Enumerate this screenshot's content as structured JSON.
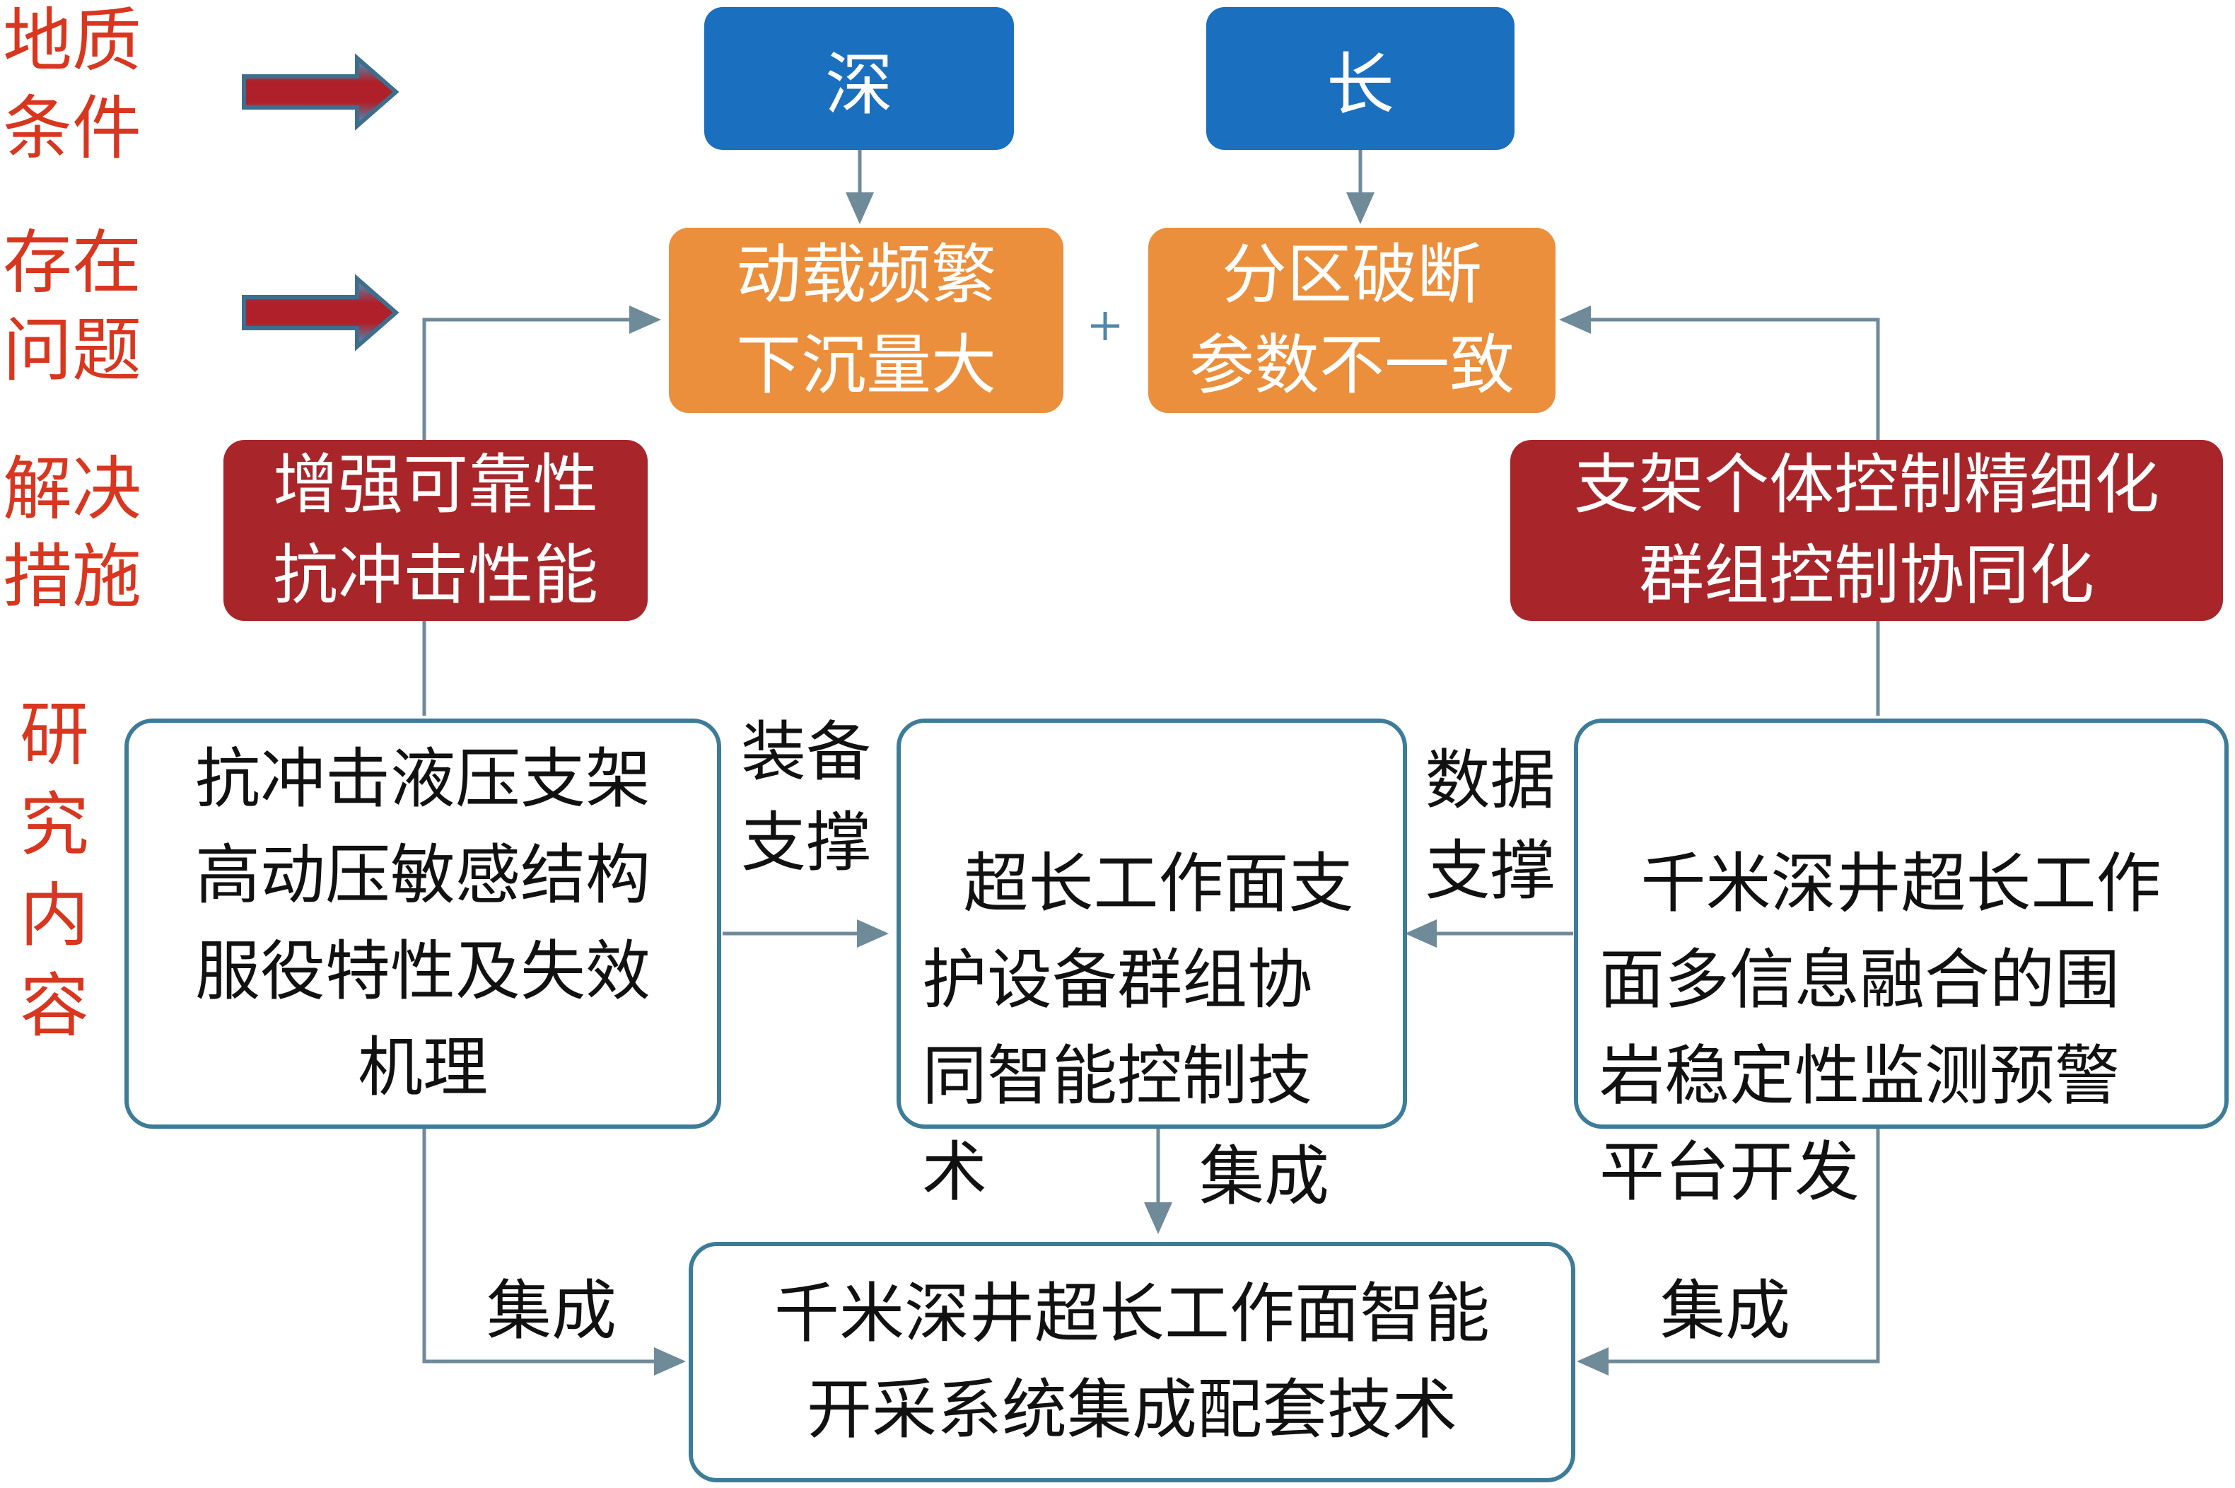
{
  "rows": {
    "geology": "地质\n条件",
    "problems": "存在\n问题",
    "solutions": "解决\n措施",
    "research": "研\n究\n内\n容"
  },
  "conditions": {
    "deep": "深",
    "long": "长"
  },
  "problems": {
    "left": "动载频繁\n下沉量大",
    "plus": "+",
    "right": "分区破断\n参数不一致"
  },
  "solutions": {
    "left": "增强可靠性\n抗冲击性能",
    "right": "支架个体控制精细化\n群组控制协同化"
  },
  "research": {
    "left": "抗冲击液压支架\n高动压敏感结构\n服役特性及失效\n机理",
    "center": "超长工作面支\n护设备群组协\n同智能控制技\n术",
    "right": "千米深井超长工作\n面多信息融合的围\n岩稳定性监测预警\n平台开发"
  },
  "final": "千米深井超长工作面智能\n开采系统集成配套技术",
  "edge_labels": {
    "equipment_support": "装备\n支撑",
    "data_support": "数据\n支撑",
    "integrate_center": "集成",
    "integrate_left": "集成",
    "integrate_right": "集成"
  },
  "colors": {
    "row_label": "#d9361f",
    "condition_box": "#1b6fbf",
    "problem_box": "#eb8f3c",
    "solution_box": "#a8262a",
    "research_border": "#3d7c99",
    "connector": "#6f8a99"
  }
}
